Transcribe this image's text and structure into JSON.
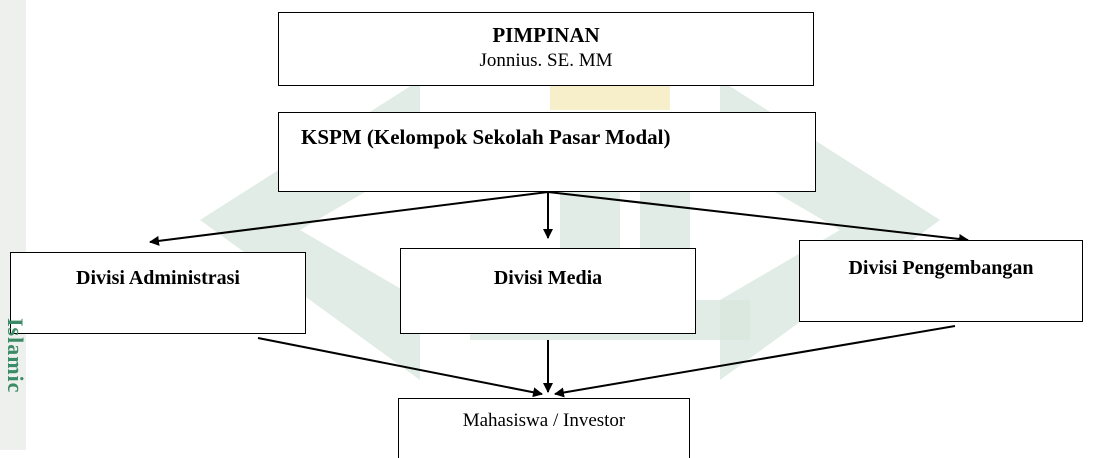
{
  "colors": {
    "watermark_green": "#d8e7de",
    "watermark_gold": "#f5edc4",
    "side_text": "#3b8a68"
  },
  "side_label": "Islamic",
  "chart": {
    "leader_title": "PIMPINAN",
    "leader_name": "Jonnius. SE. MM",
    "kspm": "KSPM (Kelompok Sekolah Pasar Modal)",
    "div_admin": "Divisi Administrasi",
    "div_media": "Divisi Media",
    "div_dev": "Divisi Pengembangan",
    "bottom": "Mahasiswa / Investor"
  }
}
